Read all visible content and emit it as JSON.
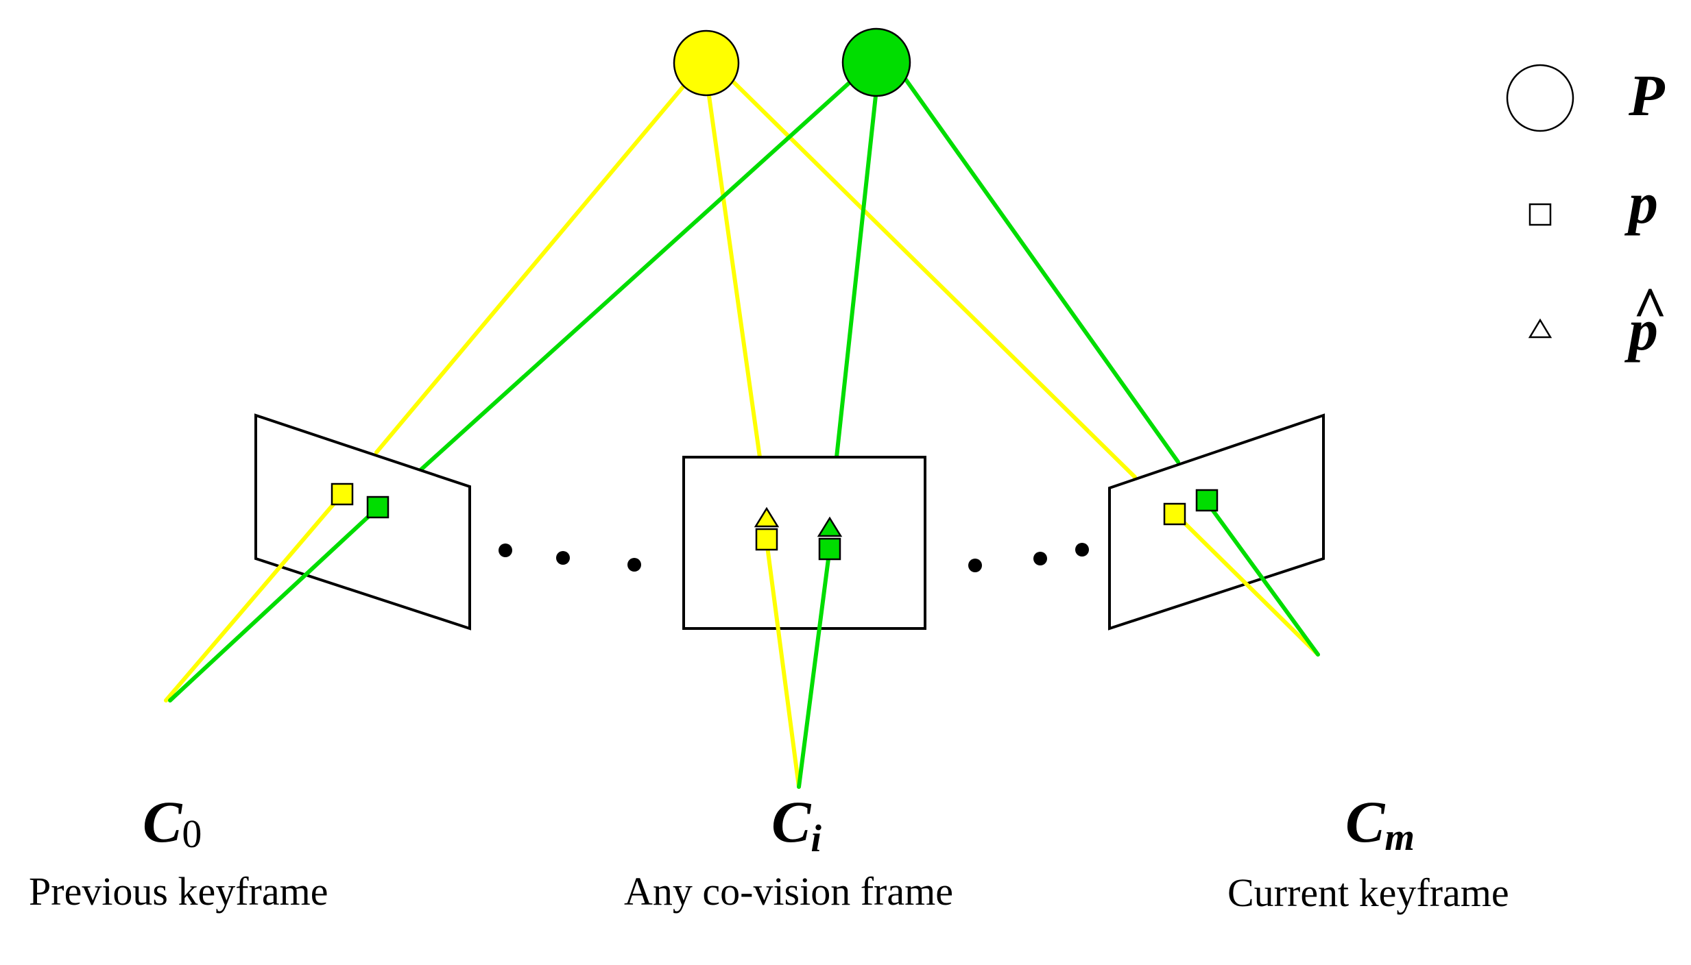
{
  "cameras": [
    {
      "symbol": "C",
      "subscript": "0",
      "caption": "Previous keyframe"
    },
    {
      "symbol": "C",
      "subscript": "i",
      "caption": "Any co-vision frame"
    },
    {
      "symbol": "C",
      "subscript": "m",
      "caption": "Current keyframe"
    }
  ],
  "legend": {
    "map_point": "P",
    "observation": "p",
    "reprojection": "p",
    "reprojection_hat": "^"
  },
  "colors": {
    "yellow_point": "#ffff00",
    "green_point": "#00dd00",
    "outline": "#000000"
  }
}
